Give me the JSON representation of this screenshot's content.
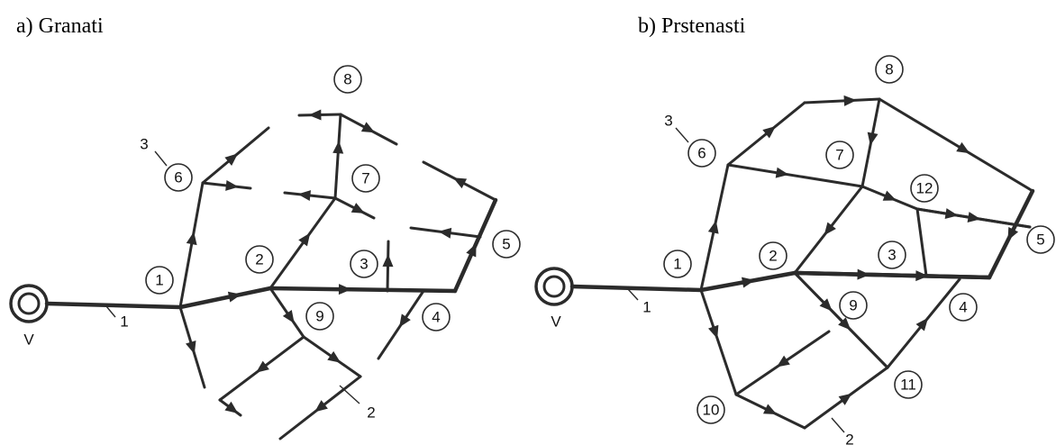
{
  "headings": {
    "a": "a)   Granati",
    "b": "b)   Prstenasti"
  },
  "diagram_a": {
    "nodes": [
      "1",
      "2",
      "3",
      "4",
      "5",
      "6",
      "7",
      "8",
      "9"
    ],
    "source_label": "V",
    "labels": [
      "1",
      "2",
      "3"
    ]
  },
  "diagram_b": {
    "nodes": [
      "1",
      "2",
      "3",
      "4",
      "5",
      "6",
      "7",
      "8",
      "9",
      "10",
      "11",
      "12"
    ],
    "source_label": "V",
    "labels": [
      "1",
      "2",
      "3"
    ]
  }
}
